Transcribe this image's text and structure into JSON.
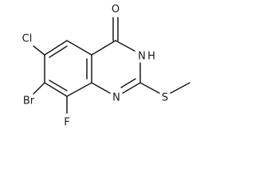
{
  "labels": {
    "oxygen": "O",
    "nh": "H",
    "nh_n": "N",
    "n1": "N",
    "sulfur": "S",
    "chlorine": "Cl",
    "bromine": "Br",
    "fluorine": "F"
  }
}
